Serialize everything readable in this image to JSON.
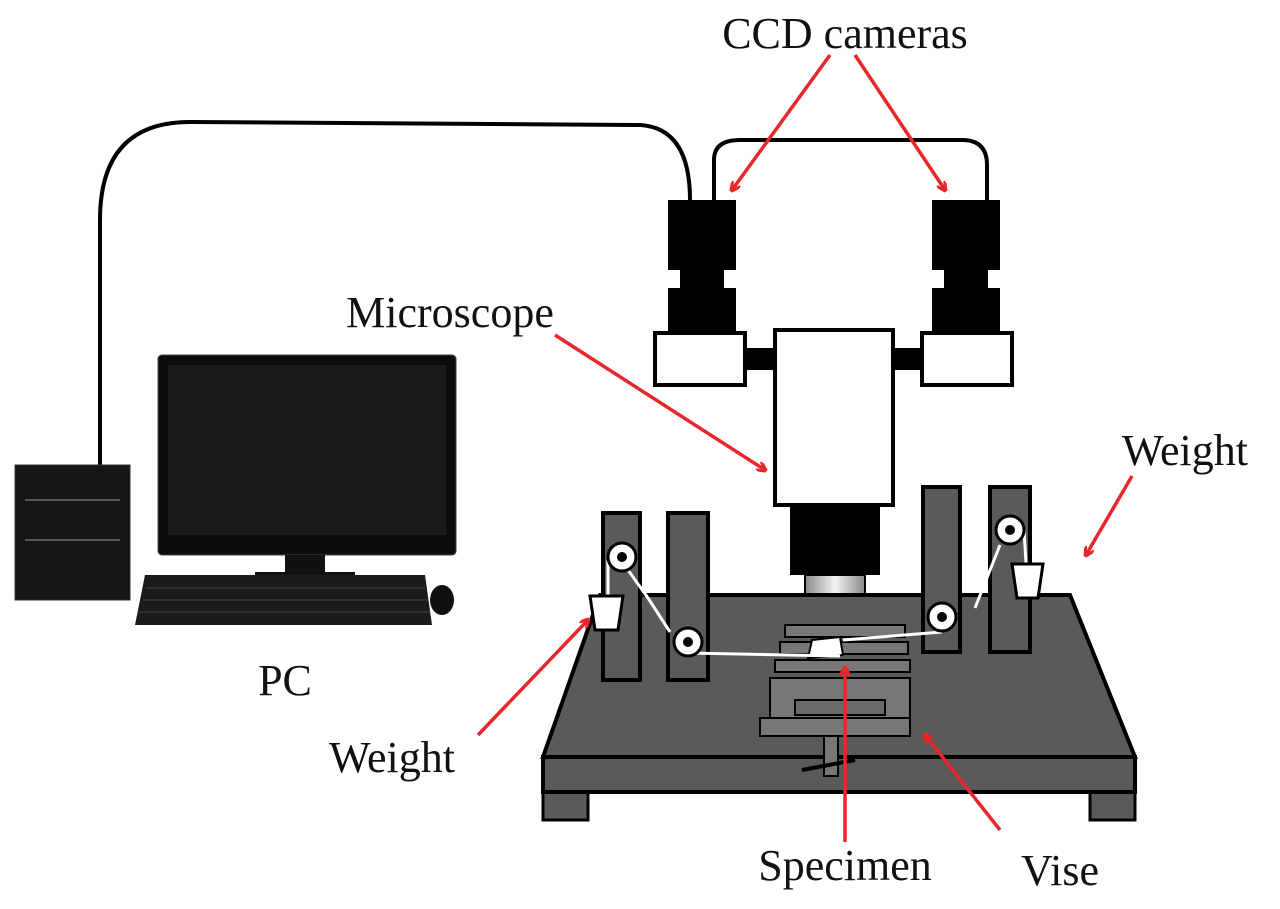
{
  "labels": {
    "ccd_cameras": "CCD cameras",
    "microscope": "Microscope",
    "weight_right": "Weight",
    "weight_left": "Weight",
    "pc": "PC",
    "specimen": "Specimen",
    "vise": "Vise"
  },
  "colors": {
    "arrow": "#e8262b",
    "stage": "#5a5a5a",
    "outline": "#000000"
  }
}
